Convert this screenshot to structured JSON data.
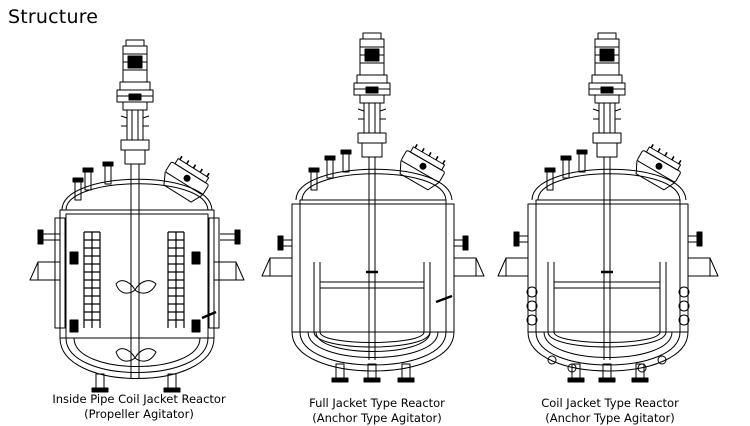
{
  "page": {
    "title": "Structure"
  },
  "reactors": [
    {
      "name": "Inside Pipe Coil Jacket Reactor",
      "agitator": "(Propeller Agitator)"
    },
    {
      "name": "Full Jacket Type Reactor",
      "agitator": "(Anchor Type Agitator)"
    },
    {
      "name": "Coil Jacket Type Reactor",
      "agitator": "(Anchor Type Agitator)"
    }
  ]
}
